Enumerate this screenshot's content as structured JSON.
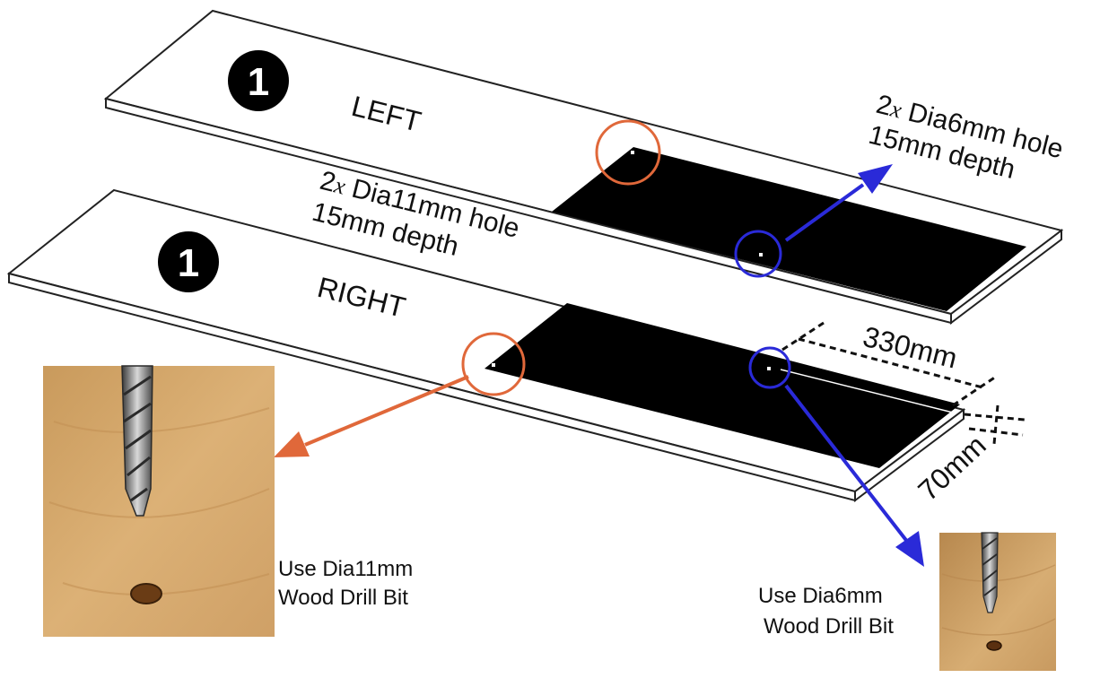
{
  "boards": [
    {
      "badge": "1",
      "label": "LEFT"
    },
    {
      "badge": "1",
      "label": "RIGHT"
    }
  ],
  "hole_callouts": {
    "small": {
      "line1_prefix": "2",
      "line1_x": "x",
      "line1_rest": " Dia6mm hole",
      "line2": "15mm depth"
    },
    "large": {
      "line1_prefix": "2",
      "line1_x": "x",
      "line1_rest": " Dia11mm hole",
      "line2": "15mm depth"
    }
  },
  "dimensions": {
    "length": "330mm",
    "width": "70mm"
  },
  "drill_bits": {
    "large": {
      "line1": "Use Dia11mm",
      "line2": "Wood Drill Bit"
    },
    "small": {
      "line1": "Use Dia6mm",
      "line2": "Wood Drill Bit"
    }
  },
  "colors": {
    "orange_marker": "#e0683a",
    "blue_marker": "#2a2ad8",
    "black_zone": "#000000",
    "wood": "#d9ad6e"
  }
}
